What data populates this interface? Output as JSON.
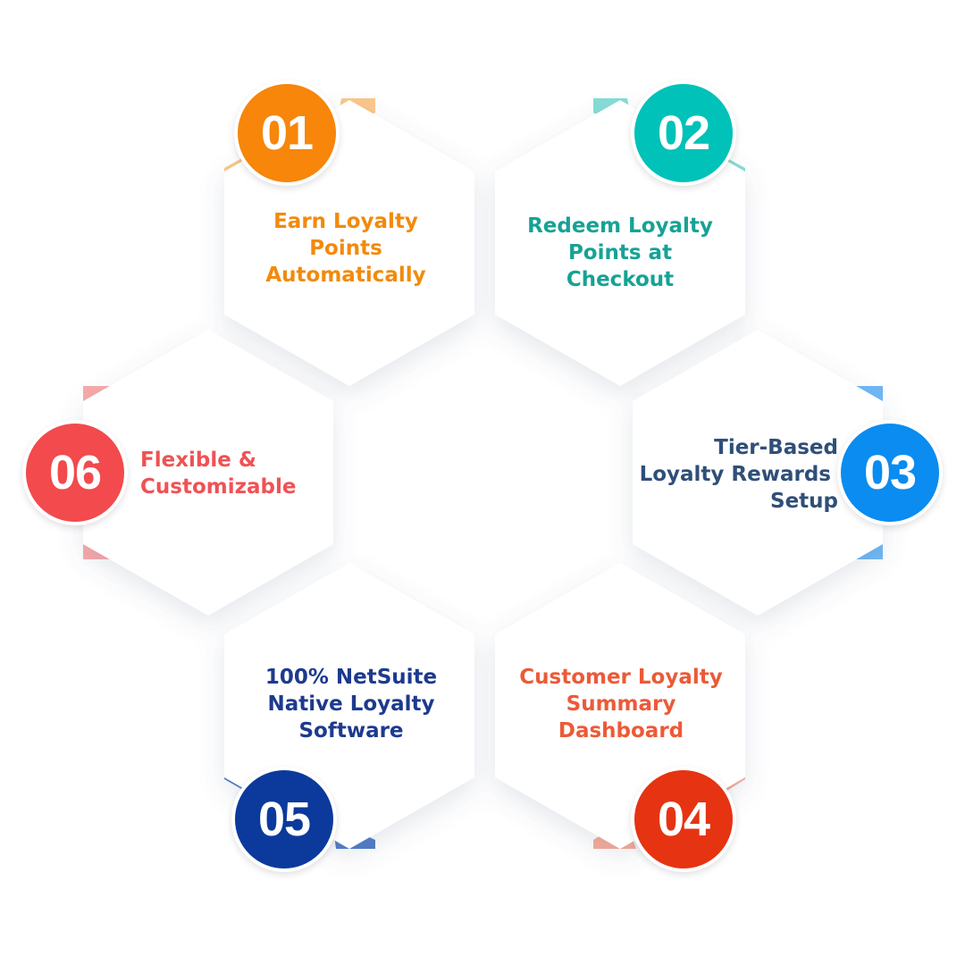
{
  "items": [
    {
      "number": "01",
      "lines": [
        "Earn Loyalty",
        "Points",
        "Automatically"
      ],
      "color": "#f28a0c",
      "badge": "#f7860a",
      "accent": "#fbc68c"
    },
    {
      "number": "02",
      "lines": [
        "Redeem Loyalty",
        "Points at",
        "Checkout"
      ],
      "color": "#17a295",
      "badge": "#00c2b8",
      "accent": "#86dcd5"
    },
    {
      "number": "03",
      "lines": [
        "Tier-Based",
        "Loyalty Rewards",
        "Setup"
      ],
      "color": "#2f4f78",
      "badge": "#0a8cf0",
      "accent": "#6fb7f6"
    },
    {
      "number": "04",
      "lines": [
        "Customer Loyalty",
        "Summary",
        "Dashboard"
      ],
      "color": "#ec5a38",
      "badge": "#e63312",
      "accent": "#f8ab98"
    },
    {
      "number": "05",
      "lines": [
        "100% NetSuite",
        "Native Loyalty",
        "Software"
      ],
      "color": "#1d3a8f",
      "badge": "#0b3a9c",
      "accent": "#4e7cc8"
    },
    {
      "number": "06",
      "lines": [
        "Flexible &",
        "Customizable"
      ],
      "color": "#ef5254",
      "badge": "#f24a4d",
      "accent": "#f8a9aa"
    }
  ]
}
